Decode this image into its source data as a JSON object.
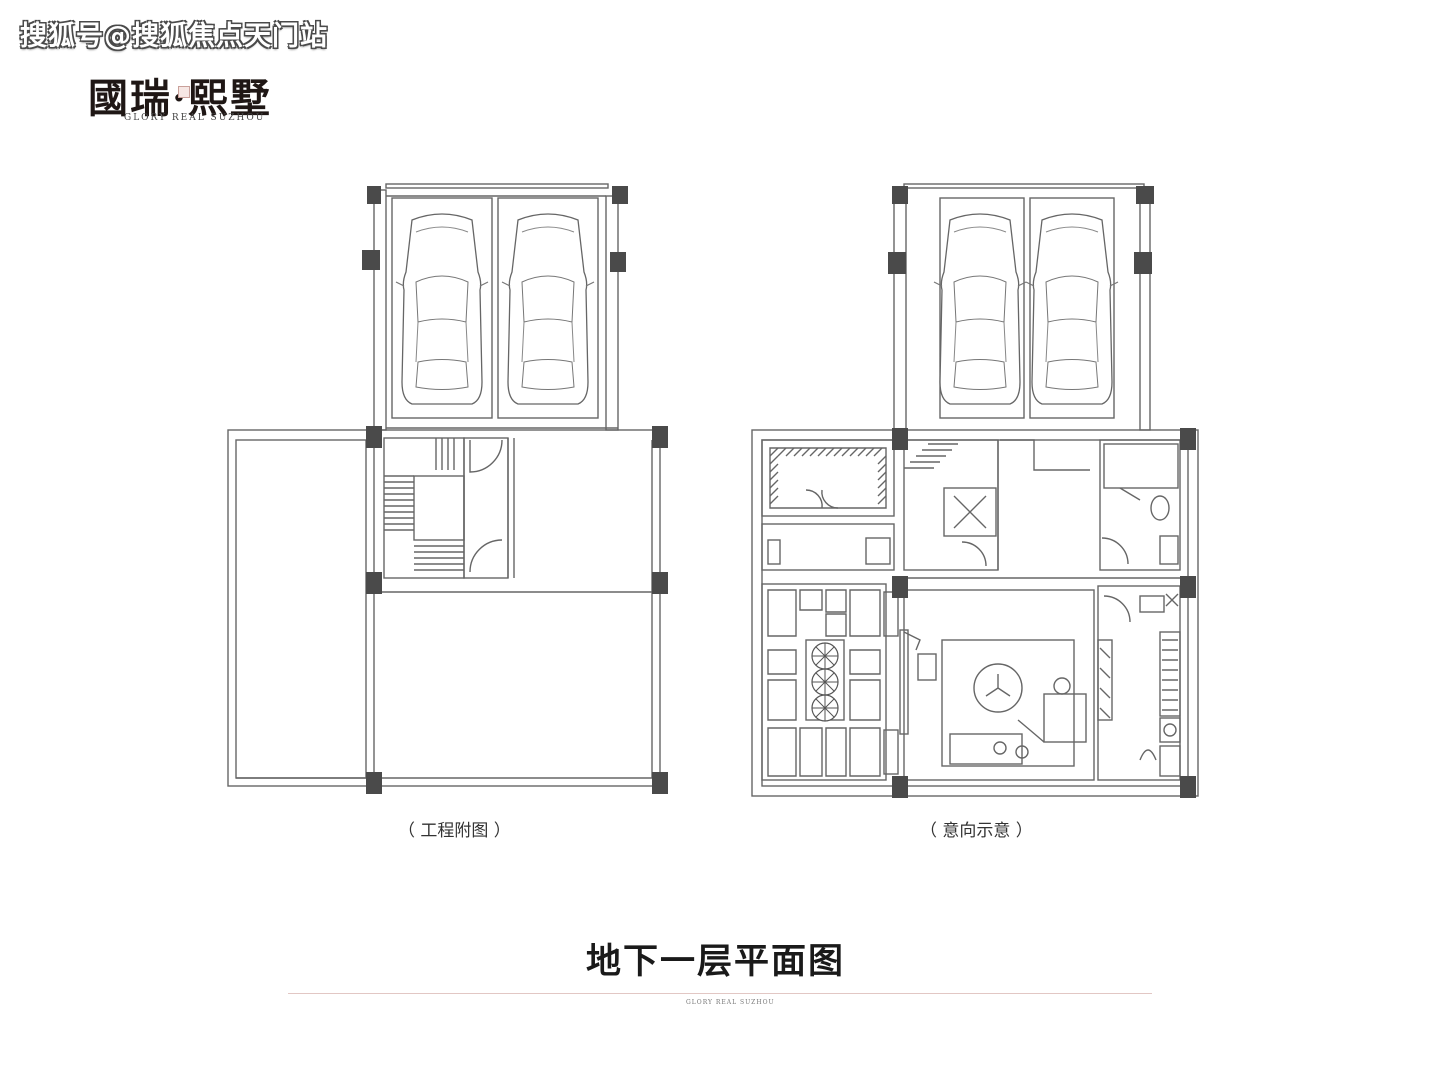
{
  "watermark": "搜狐号@搜狐焦点天门站",
  "logo": {
    "chinese": "國瑞·熙墅",
    "english": "GLORY REAL SUZHOU"
  },
  "captions": {
    "left": "（ 工程附图 ）",
    "right": "（ 意向示意 ）"
  },
  "page_title": "地下一层平面图",
  "footer_text": "GLORY REAL SUZHOU",
  "colors": {
    "wall": "#555555",
    "column": "#4a4a4a",
    "line": "#666666",
    "accent_line": "#e2c7c4"
  }
}
